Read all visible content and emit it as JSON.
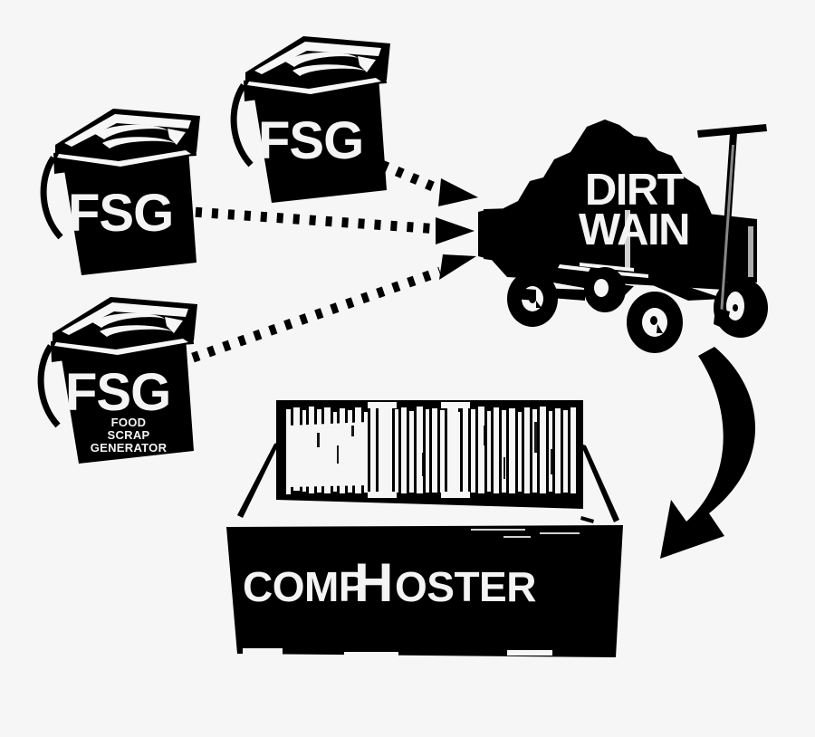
{
  "diagram": {
    "title": "Food Scrap Generator to Dirt Wain to Comphoster flow",
    "background_color": "#f6f6f6",
    "ink_color": "#000000",
    "label_color": "#f4f4f4",
    "style": "black-and-white stencil silhouette"
  },
  "buckets": [
    {
      "id": "fsg-top",
      "label": "FSG",
      "subtitle_lines": [],
      "icon": "compost-bucket-icon"
    },
    {
      "id": "fsg-left",
      "label": "FSG",
      "subtitle_lines": [],
      "icon": "compost-bucket-icon"
    },
    {
      "id": "fsg-bottom",
      "label": "FSG",
      "subtitle_lines": [
        "FOOD",
        "SCRAP",
        "GENERATOR"
      ],
      "icon": "compost-bucket-icon"
    }
  ],
  "wagon": {
    "id": "dirt-wain",
    "label_line_1": "DIRT",
    "label_line_2": "WAIN",
    "icon": "loaded-garden-wagon-icon",
    "wheel_count": 4,
    "has_pull_handle": true,
    "load": "dirt-mound"
  },
  "composter": {
    "id": "comphoster",
    "label_part_1": "COMP",
    "label_part_2": "H",
    "label_part_3": "OSTER",
    "icon": "open-lid-compost-bin-icon",
    "lid_state": "open",
    "lid_panels": 3
  },
  "arrows": [
    {
      "id": "arrow-fsg-top-to-wagon",
      "style": "dotted",
      "from": "fsg-top",
      "to": "dirt-wain"
    },
    {
      "id": "arrow-fsg-left-to-wagon",
      "style": "dotted",
      "from": "fsg-left",
      "to": "dirt-wain"
    },
    {
      "id": "arrow-fsg-bottom-to-wagon",
      "style": "dotted",
      "from": "fsg-bottom",
      "to": "dirt-wain"
    },
    {
      "id": "arrow-wagon-to-composter",
      "style": "solid-curved",
      "from": "dirt-wain",
      "to": "comphoster"
    }
  ]
}
